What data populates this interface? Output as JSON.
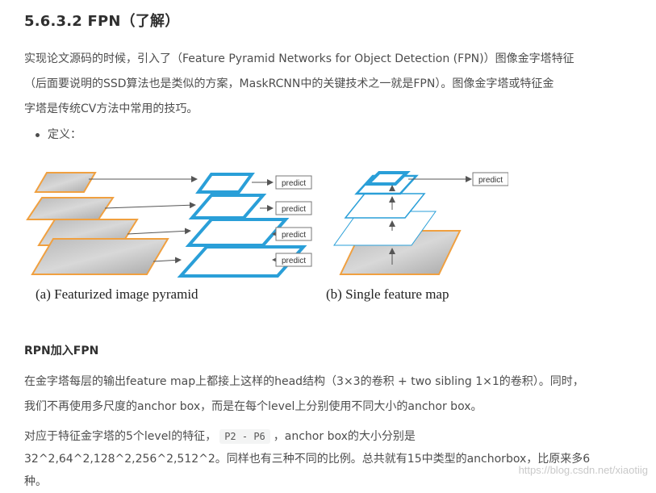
{
  "section_title": "5.6.3.2 FPN（了解）",
  "intro_paragraph": {
    "line1": "实现论文源码的时候，引入了（Feature Pyramid Networks for Object Detection (FPN)）图像金字塔特征",
    "line2": "（后面要说明的SSD算法也是类似的方案，MaskRCNN中的关键技术之一就是FPN）。图像金字塔或特征金",
    "line3": "字塔是传统CV方法中常用的技巧。"
  },
  "bullet": "定义：",
  "figure": {
    "predict_label": "predict",
    "caption_a": "(a) Featurized image pyramid",
    "caption_b": "(b) Single feature map",
    "colors": {
      "image_frame": "#f0a040",
      "feature": "#2a9fd8",
      "arrow": "#555555"
    }
  },
  "rpn_heading": "RPN加入FPN",
  "rpn_paragraph": {
    "line1": "在金字塔每层的输出feature map上都接上这样的head结构（3×3的卷积 + two sibling 1×1的卷积）。同时，",
    "line2": "我们不再使用多尺度的anchor box，而是在每个level上分别使用不同大小的anchor box。"
  },
  "level_paragraph": {
    "prefix": "对应于特征金字塔的5个level的特征，",
    "code": "P2 - P6",
    "suffix": "，anchor box的大小分别是",
    "line2": "32^2,64^2,128^2,256^2,512^2。同样也有三种不同的比例。总共就有15中类型的anchorbox，比原来多6",
    "line3": "种。"
  },
  "watermark": "https://blog.csdn.net/xiaotiig"
}
